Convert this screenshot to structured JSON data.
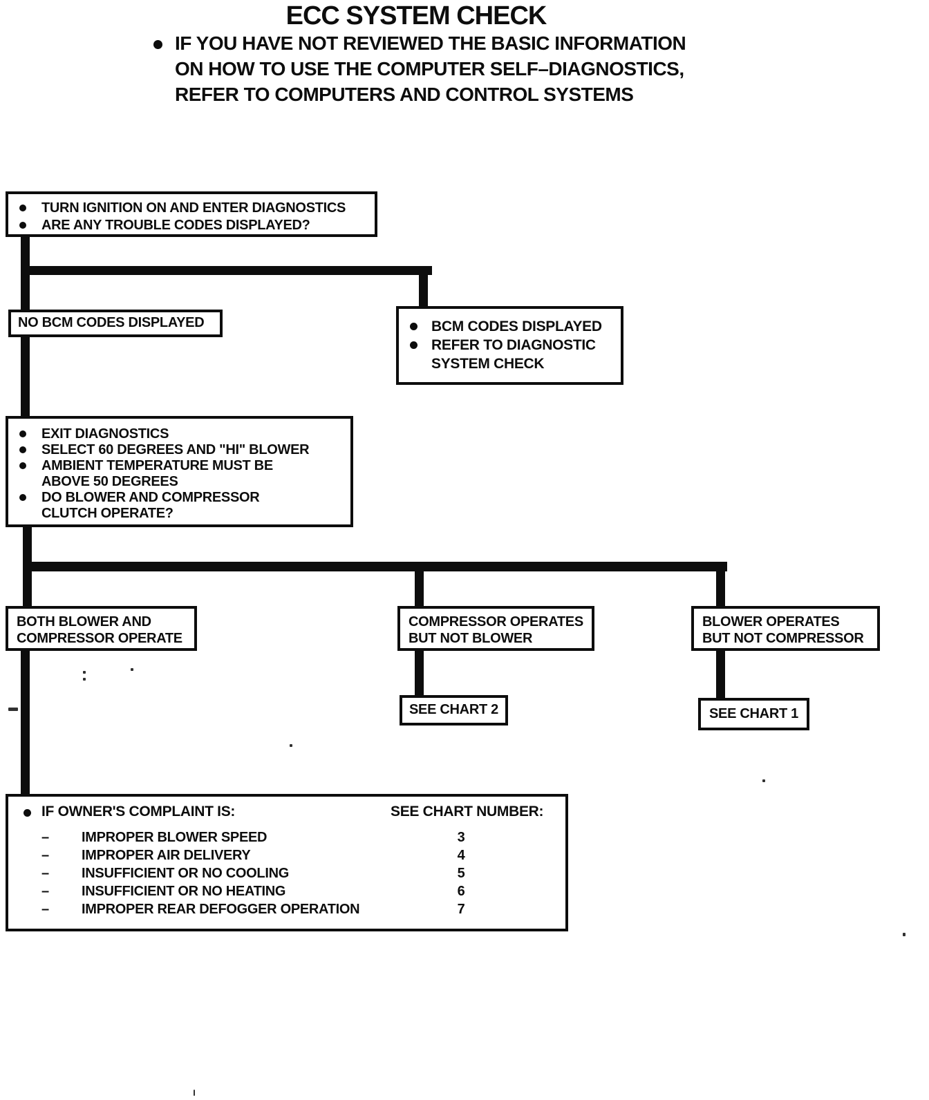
{
  "colors": {
    "ink": "#0d0d0d",
    "paper": "#ffffff"
  },
  "page": {
    "title": "ECC SYSTEM CHECK",
    "intro_lines": [
      "IF YOU HAVE NOT REVIEWED THE BASIC INFORMATION",
      "ON HOW TO USE THE COMPUTER SELF–DIAGNOSTICS,",
      "REFER TO COMPUTERS AND CONTROL SYSTEMS"
    ]
  },
  "flowchart": {
    "start_box": {
      "items": [
        "TURN IGNITION ON AND ENTER DIAGNOSTICS",
        "ARE ANY TROUBLE CODES DISPLAYED?"
      ]
    },
    "no_codes_box": {
      "label": "NO BCM CODES DISPLAYED"
    },
    "codes_box": {
      "items": [
        "BCM CODES DISPLAYED",
        "REFER TO DIAGNOSTIC SYSTEM CHECK"
      ]
    },
    "exit_box": {
      "items": [
        "EXIT DIAGNOSTICS",
        "SELECT 60 DEGREES AND \"HI\" BLOWER",
        "AMBIENT TEMPERATURE MUST BE ABOVE 50 DEGREES",
        "DO BLOWER AND COMPRESSOR CLUTCH OPERATE?"
      ]
    },
    "both_box": {
      "lines": [
        "BOTH BLOWER AND",
        "COMPRESSOR OPERATE"
      ]
    },
    "compressor_box": {
      "lines": [
        "COMPRESSOR OPERATES",
        "BUT NOT BLOWER"
      ]
    },
    "blower_box": {
      "lines": [
        "BLOWER OPERATES",
        "BUT NOT COMPRESSOR"
      ]
    },
    "see_chart_2": {
      "label": "SEE CHART 2"
    },
    "see_chart_1": {
      "label": "SEE CHART 1"
    },
    "complaint_box": {
      "heading": "IF OWNER'S COMPLAINT IS:",
      "column_heading": "SEE CHART NUMBER:",
      "dash": "–",
      "rows": [
        {
          "complaint": "IMPROPER BLOWER SPEED",
          "chart": "3"
        },
        {
          "complaint": "IMPROPER AIR DELIVERY",
          "chart": "4"
        },
        {
          "complaint": "INSUFFICIENT OR NO COOLING",
          "chart": "5"
        },
        {
          "complaint": "INSUFFICIENT OR NO HEATING",
          "chart": "6"
        },
        {
          "complaint": "IMPROPER REAR DEFOGGER OPERATION",
          "chart": "7"
        }
      ]
    }
  }
}
